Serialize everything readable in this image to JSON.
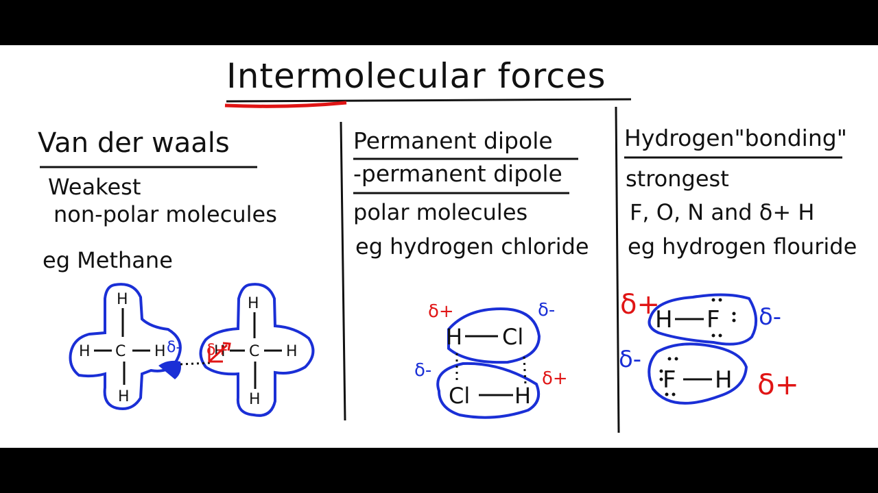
{
  "title": "Intermolecular forces",
  "columns": [
    {
      "heading": "Van der waals",
      "lines": [
        "Weakest",
        "non-polar molecules"
      ],
      "example": "eg Methane",
      "diagram": {
        "atoms": [
          "H",
          "H",
          "C",
          "H",
          "H"
        ],
        "charges": [
          "δ-",
          "δ+"
        ]
      }
    },
    {
      "heading": "Permanent dipole",
      "heading2": "-permanent dipole",
      "lines": [
        "polar molecules"
      ],
      "example": "eg hydrogen chloride",
      "diagram": {
        "molecule1": [
          "H",
          "Cl"
        ],
        "molecule2": [
          "Cl",
          "H"
        ],
        "charges": [
          "δ+",
          "δ-",
          "δ-",
          "δ+"
        ]
      }
    },
    {
      "heading": "Hydrogen\"bonding\"",
      "lines": [
        "strongest",
        "F, O, N and δ+ H"
      ],
      "example": "eg hydrogen flouride",
      "diagram": {
        "molecule1": [
          "H",
          "F"
        ],
        "molecule2": [
          "F",
          "H"
        ],
        "charges": [
          "δ+",
          "δ-",
          "δ-",
          "δ+"
        ]
      }
    }
  ],
  "colors": {
    "ink": "#111111",
    "blue": "#1a2fd6",
    "red": "#e01515"
  }
}
